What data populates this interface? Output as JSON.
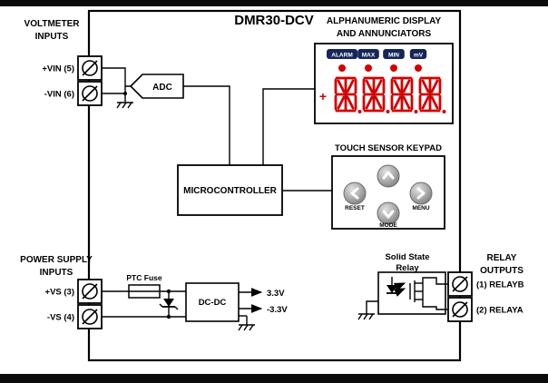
{
  "title": "DMR30-DCV",
  "voltmeter_inputs": {
    "heading_line1": "VOLTMETER",
    "heading_line2": "INPUTS",
    "pin_positive": "+VIN (5)",
    "pin_negative": "-VIN (6)"
  },
  "adc": {
    "label": "ADC"
  },
  "microcontroller": {
    "label": "MICROCONTROLLER"
  },
  "display": {
    "heading_line1": "ALPHANUMERIC DISPLAY",
    "heading_line2": "AND ANNUNCIATORS",
    "annunciators": [
      "ALARM",
      "MAX",
      "MIN",
      "mV"
    ],
    "plus_sign": "+",
    "digits": "8888",
    "led_color": "#d40000",
    "annunciator_bg": "#16255a"
  },
  "keypad": {
    "heading": "TOUCH SENSOR KEYPAD",
    "buttons": [
      {
        "label": "RESET",
        "icon": "chevron-left"
      },
      {
        "label": "",
        "icon": "chevron-up"
      },
      {
        "label": "MENU",
        "icon": "chevron-right"
      },
      {
        "label": "MODE",
        "icon": "chevron-down"
      }
    ]
  },
  "power_supply": {
    "heading_line1": "POWER SUPPLY",
    "heading_line2": "INPUTS",
    "pin_positive": "+VS (3)",
    "pin_negative": "-VS (4)",
    "fuse_label": "PTC Fuse",
    "converter_label": "DC-DC",
    "rail_positive": "3.3V",
    "rail_negative": "-3.3V"
  },
  "solid_state_relay": {
    "heading_line1": "Solid State",
    "heading_line2": "Relay"
  },
  "relay_outputs": {
    "heading_line1": "RELAY",
    "heading_line2": "OUTPUTS",
    "pin1": "(1) RELAYB",
    "pin2": "(2) RELAYA"
  }
}
